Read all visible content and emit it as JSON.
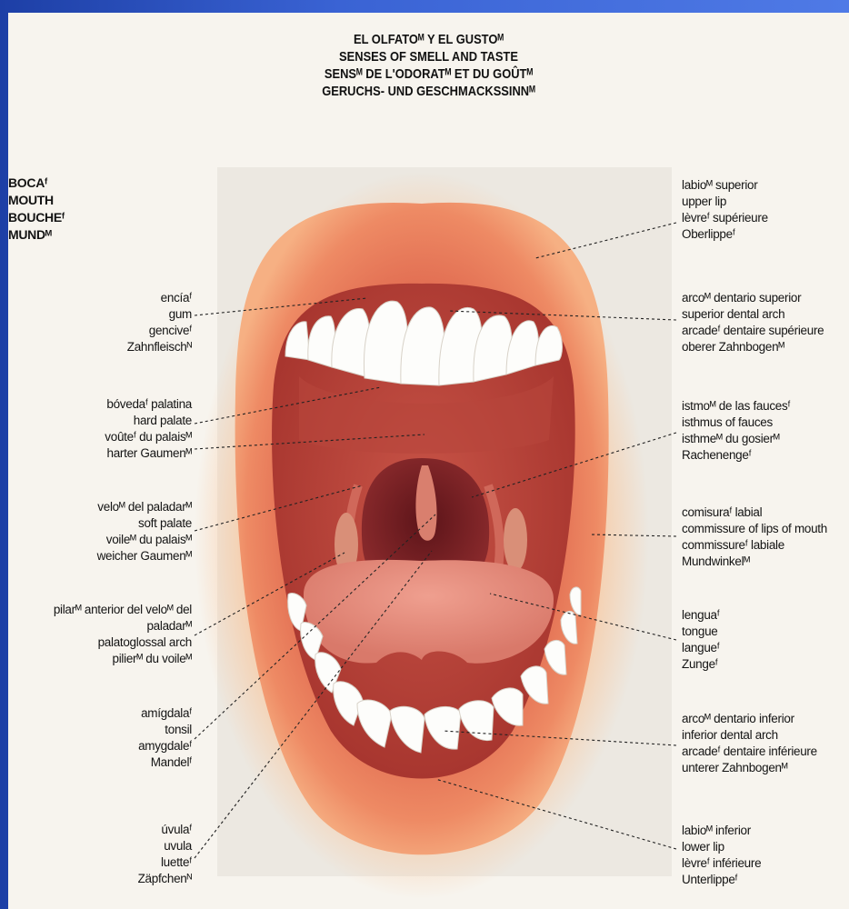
{
  "title_lines": [
    "EL OLFATOᴹ Y EL GUSTOᴹ",
    "SENSES OF SMELL AND TASTE",
    "SENSᴹ DE L'ODORATᴹ ET DU GOÛTᴹ",
    "GERUCHS- UND GESCHMACKSSINNᴹ"
  ],
  "section": {
    "lines": [
      "BOCAᶠ",
      "MOUTH",
      "BOUCHEᶠ",
      "MUNDᴹ"
    ]
  },
  "labels_left": {
    "gum": [
      "encíaᶠ",
      "gum",
      "genciveᶠ",
      "Zahnfleischᴺ"
    ],
    "hard_palate": [
      "bóvedaᶠ palatina",
      "hard palate",
      "voûteᶠ du palaisᴹ",
      "harter Gaumenᴹ"
    ],
    "soft_palate": [
      "veloᴹ del paladarᴹ",
      "soft palate",
      "voileᴹ du palaisᴹ",
      "weicher Gaumenᴹ"
    ],
    "palatoglossal_arch": [
      "pilarᴹ anterior del veloᴹ del",
      "paladarᴹ",
      "palatoglossal arch",
      "pilierᴹ du voileᴹ"
    ],
    "tonsil": [
      "amígdalaᶠ",
      "tonsil",
      "amygdaleᶠ",
      "Mandelᶠ"
    ],
    "uvula": [
      "úvulaᶠ",
      "uvula",
      "luetteᶠ",
      "Zäpfchenᴺ"
    ]
  },
  "labels_right": {
    "upper_lip": [
      "labioᴹ superior",
      "upper lip",
      "lèvreᶠ supérieure",
      "Oberlippeᶠ"
    ],
    "superior_dental_arch": [
      "arcoᴹ dentario superior",
      "superior dental arch",
      "arcadeᶠ dentaire supérieure",
      "oberer Zahnbogenᴹ"
    ],
    "isthmus_of_fauces": [
      "istmoᴹ de las faucesᶠ",
      "isthmus of fauces",
      "isthmeᴹ du gosierᴹ",
      "Rachenengeᶠ"
    ],
    "commissure": [
      "comisuraᶠ labial",
      "commissure of lips of mouth",
      "commissureᶠ labiale",
      "Mundwinkelᴹ"
    ],
    "tongue": [
      "lenguaᶠ",
      "tongue",
      "langueᶠ",
      "Zungeᶠ"
    ],
    "inferior_dental_arch": [
      "arcoᴹ dentario inferior",
      "inferior dental arch",
      "arcadeᶠ dentaire inférieure",
      "unterer Zahnbogenᴹ"
    ],
    "lower_lip": [
      "labioᴹ inferior",
      "lower lip",
      "lèvreᶠ inférieure",
      "Unterlippeᶠ"
    ]
  },
  "colors": {
    "lip": "#e8775c",
    "lip_glow": "#f9c59a",
    "mouth_interior": "#b3413a",
    "throat": "#6e1c22",
    "tongue": "#e79384",
    "teeth": "#fdfdfb"
  }
}
